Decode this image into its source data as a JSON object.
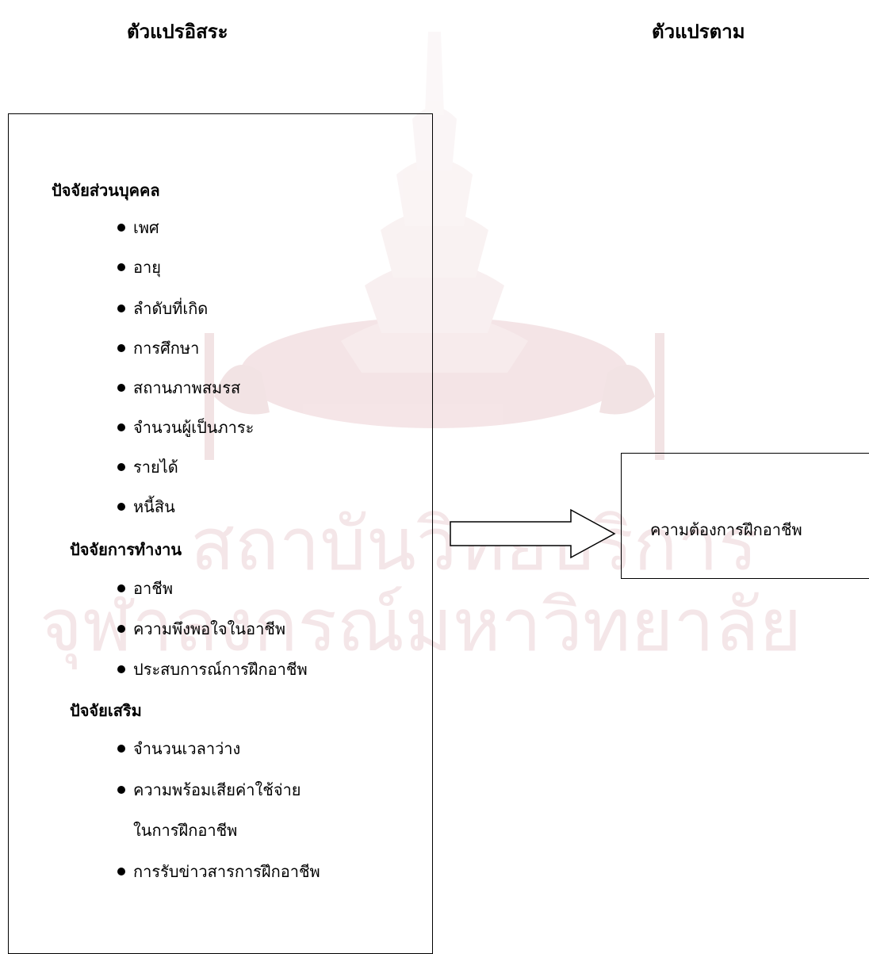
{
  "headings": {
    "independent": "ตัวแปรอิสระ",
    "dependent": "ตัวแปรตาม"
  },
  "watermark": {
    "line1": "สถาบันวิทยบริการ",
    "line2": "จุฬาลงกรณ์มหาวิทยาลัย"
  },
  "groups": [
    {
      "title": "ปัจจัยส่วนบุคคล",
      "items": [
        "เพศ",
        "อายุ",
        "ลำดับที่เกิด",
        "การศึกษา",
        "สถานภาพสมรส",
        "จำนวนผู้เป็นภาระ",
        "รายได้",
        "หนี้สิน"
      ]
    },
    {
      "title": "ปัจจัยการทำงาน",
      "items": [
        "อาชีพ",
        "ความพึงพอใจในอาชีพ",
        "ประสบการณ์การฝึกอาชีพ"
      ]
    },
    {
      "title": "ปัจจัยเสริม",
      "items": [
        "จำนวนเวลาว่าง",
        "ความพร้อมเสียค่าใช้จ่าย",
        "ในการฝึกอาชีพ",
        "การรับข่าวสารการฝึกอาชีพ"
      ]
    }
  ],
  "dependent_variable": "ความต้องการฝึกอาชีพ"
}
